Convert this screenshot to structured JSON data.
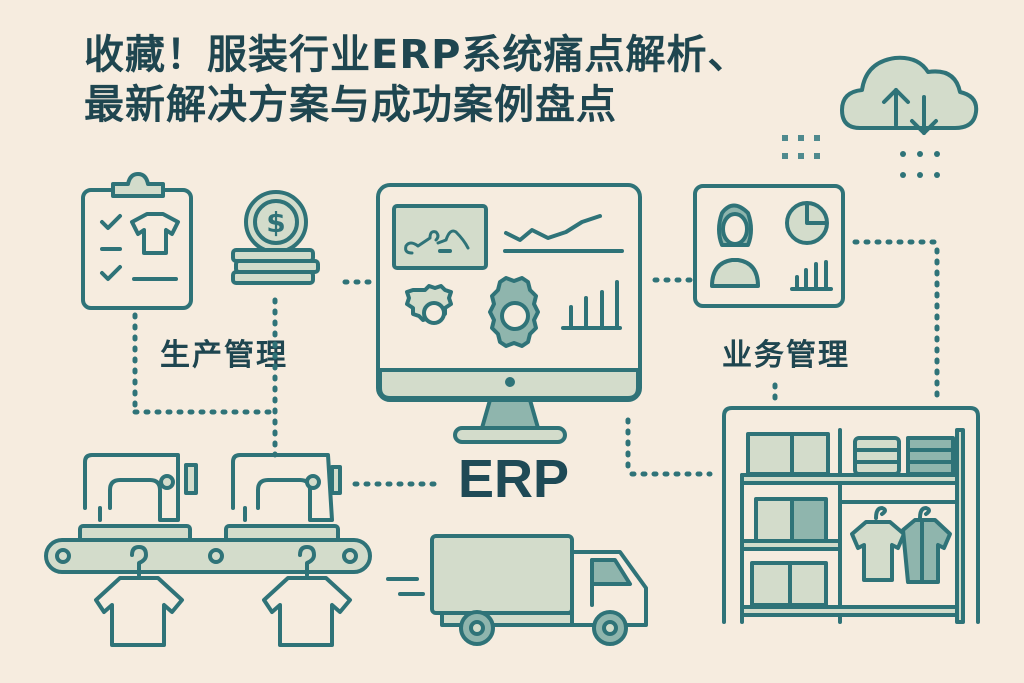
{
  "title": {
    "line1": "收藏！服装行业ERP系统痛点解析、",
    "line2": "最新解决方案与成功案例盘点"
  },
  "labels": {
    "production": "生产管理",
    "business": "业务管理",
    "center": "ERP"
  },
  "icons": [
    "cloud-sync-icon",
    "clipboard-shirt-icon",
    "coin-stack-icon",
    "monitor-dashboard-icon",
    "user-profile-chart-icon",
    "sewing-machine-conveyor-icon",
    "delivery-truck-icon",
    "warehouse-shelf-icon"
  ],
  "colors": {
    "background": "#f6ecdf",
    "stroke": "#2f7378",
    "fill_light": "#d3dccb",
    "fill_mid": "#8fb5ad",
    "text_dark": "#1f4650"
  }
}
